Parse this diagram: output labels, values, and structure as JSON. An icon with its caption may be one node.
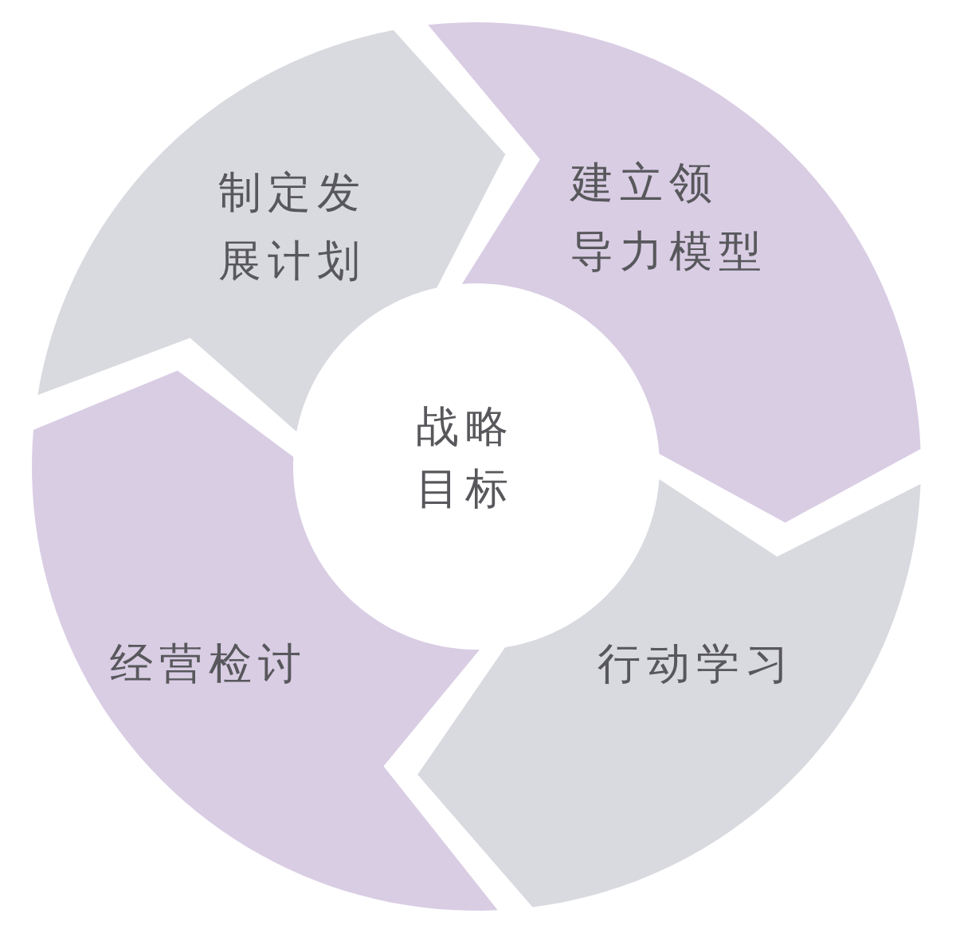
{
  "diagram": {
    "nodes": [
      {
        "text": [
          "制定发展计划"
        ]
      },
      {
        "text": [
          "建立领导力模型"
        ]
      },
      {
        "text": [
          "行动学习"
        ]
      },
      {
        "text": [
          "经营检讨"
        ]
      },
      {
        "text": [
          "战略目标"
        ]
      }
    ]
  }
}
